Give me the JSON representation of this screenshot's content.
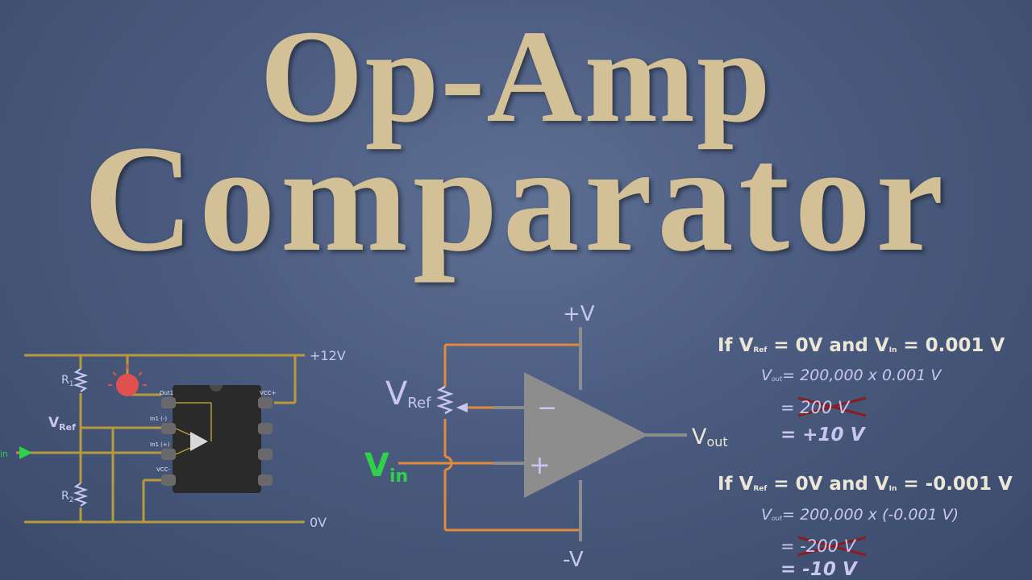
{
  "title": {
    "line1": "Op-Amp",
    "line2": "Comparator"
  },
  "breadboard": {
    "supply_top": "+12V",
    "supply_bottom": "0V",
    "r1": "R1",
    "r2": "R2",
    "vref": "VRef",
    "vin": "Vin",
    "pins_left": [
      "Out1",
      "In1 (-)",
      "In1 (+)",
      "VCC-"
    ],
    "pin_right": "VCC+"
  },
  "schematic": {
    "pos_supply": "+V",
    "neg_supply": "-V",
    "minus_symbol": "−",
    "plus_symbol": "+",
    "vref_main": "V",
    "vref_sub": "Ref",
    "vin_main": "V",
    "vin_sub": "in",
    "vout_main": "V",
    "vout_sub": "out"
  },
  "equations": {
    "case1": {
      "head_if": "If V",
      "head_sub1": "Ref",
      "head_mid": " = 0V and V",
      "head_sub2": "In",
      "head_end": " = 0.001 V",
      "line1_v": "V",
      "line1_sub": "out",
      "line1_rest": "= 200,000 x 0.001 V",
      "line2": "= 200 V",
      "line3": "= +10 V"
    },
    "case2": {
      "head_if": "If V",
      "head_sub1": "Ref",
      "head_mid": " = 0V and V",
      "head_sub2": "In",
      "head_end": " = -0.001 V",
      "line1_v": "V",
      "line1_sub": "out",
      "line1_rest": "= 200,000 x (-0.001 V)",
      "line2": "= -200 V",
      "line3": "= -10 V"
    }
  },
  "colors": {
    "title": "#d4c096",
    "wire_breadboard": "#b89a3a",
    "wire_schematic": "#e08a3a",
    "opamp_body": "#8d8d8d",
    "label_lavender": "#c9c7f0",
    "vin_green": "#2fd04a",
    "strike_red": "#8c1d1d",
    "led_red": "#e05050"
  }
}
